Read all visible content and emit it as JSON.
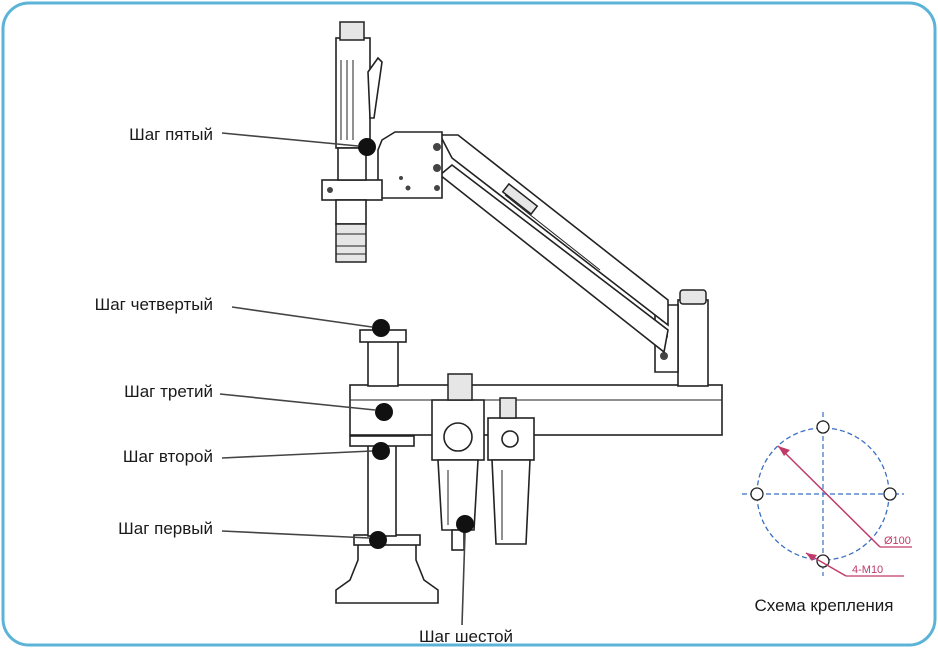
{
  "labels": {
    "step5": "Шаг пятый",
    "step4": "Шаг четвертый",
    "step3": "Шаг третий",
    "step2": "Шаг второй",
    "step1": "Шаг первый",
    "step6": "Шаг шестой",
    "mount_scheme": "Схема крепления"
  },
  "mount": {
    "diameter": "Ø100",
    "bolts": "4-M10"
  },
  "colors": {
    "frame_border": "#5bb4d8",
    "dim_line": "#c03a6a",
    "ball": "#111111"
  }
}
